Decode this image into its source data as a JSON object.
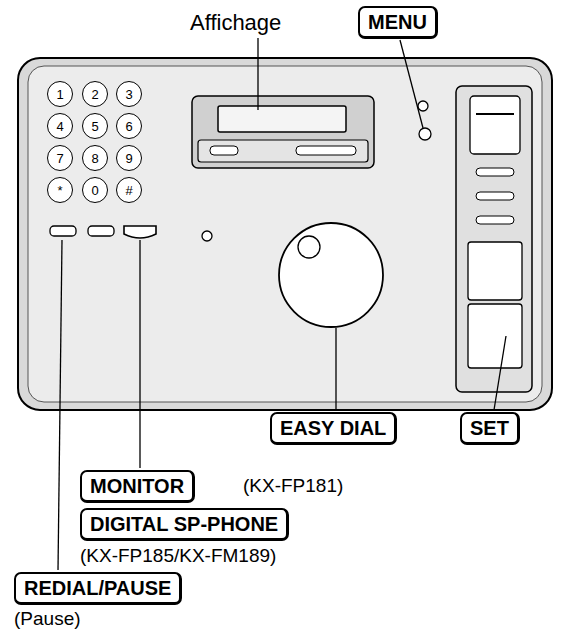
{
  "diagram": {
    "nodes": [
      {
        "text": [
          "MENU"
        ]
      },
      {
        "text": [
          "1"
        ]
      },
      {
        "text": [
          "2"
        ]
      },
      {
        "text": [
          "3"
        ]
      },
      {
        "text": [
          "4"
        ]
      },
      {
        "text": [
          "5"
        ]
      },
      {
        "text": [
          "6"
        ]
      },
      {
        "text": [
          "7"
        ]
      },
      {
        "text": [
          "8"
        ]
      },
      {
        "text": [
          "9"
        ]
      },
      {
        "text": [
          "*"
        ]
      },
      {
        "text": [
          "0"
        ]
      },
      {
        "text": [
          "#"
        ]
      },
      {
        "text": [
          "EASY DIAL"
        ]
      },
      {
        "text": [
          "SET"
        ]
      },
      {
        "text": [
          "MONITOR"
        ]
      },
      {
        "text": [
          "DIGITAL SP-PHONE"
        ]
      },
      {
        "text": [
          "REDIAL/PAUSE"
        ]
      }
    ],
    "labels": [
      "Affichage",
      "(KX-FP181)",
      "(KX-FP185/KX-FM189)",
      "(Pause)"
    ]
  }
}
